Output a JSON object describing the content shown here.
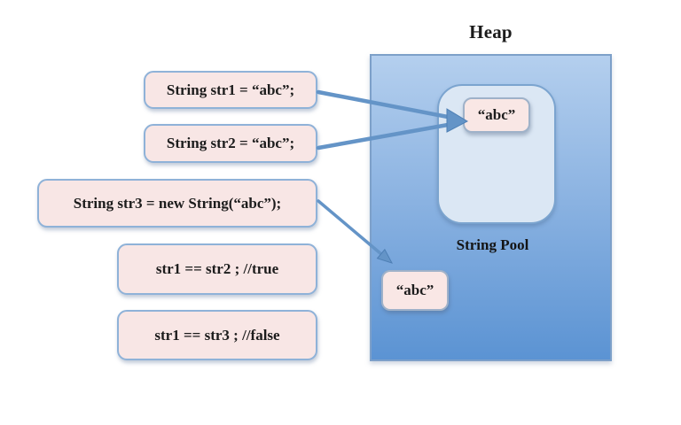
{
  "heap": {
    "label": "Heap",
    "value": "“abc”",
    "pool": {
      "label": "String Pool",
      "value": "“abc”"
    }
  },
  "code_boxes": [
    {
      "id": "str1-declaration",
      "text": "String str1 = “abc”;"
    },
    {
      "id": "str2-declaration",
      "text": "String str2 = “abc”;"
    },
    {
      "id": "str3-declaration",
      "text": "String str3 = new String(“abc”);"
    },
    {
      "id": "comparison-str1-str2",
      "text": "str1 == str2 ; //true"
    },
    {
      "id": "comparison-str1-str3",
      "text": "str1 == str3 ; //false"
    }
  ],
  "arrows": [
    {
      "from": "str1-declaration",
      "to": "string-pool-literal"
    },
    {
      "from": "str2-declaration",
      "to": "string-pool-literal"
    },
    {
      "from": "str3-declaration",
      "to": "heap-string-object"
    }
  ],
  "colors": {
    "heap_gradient_top": "#b4cfee",
    "heap_gradient_bottom": "#5b93d3",
    "heap_border": "#7da0c9",
    "pool_fill": "#dbe7f4",
    "pool_border": "#7ba4cf",
    "code_box_fill": "#f8e6e5",
    "code_box_border": "#8fb2d8",
    "arrow": "#6494c7",
    "text": "#1c1c1c"
  }
}
